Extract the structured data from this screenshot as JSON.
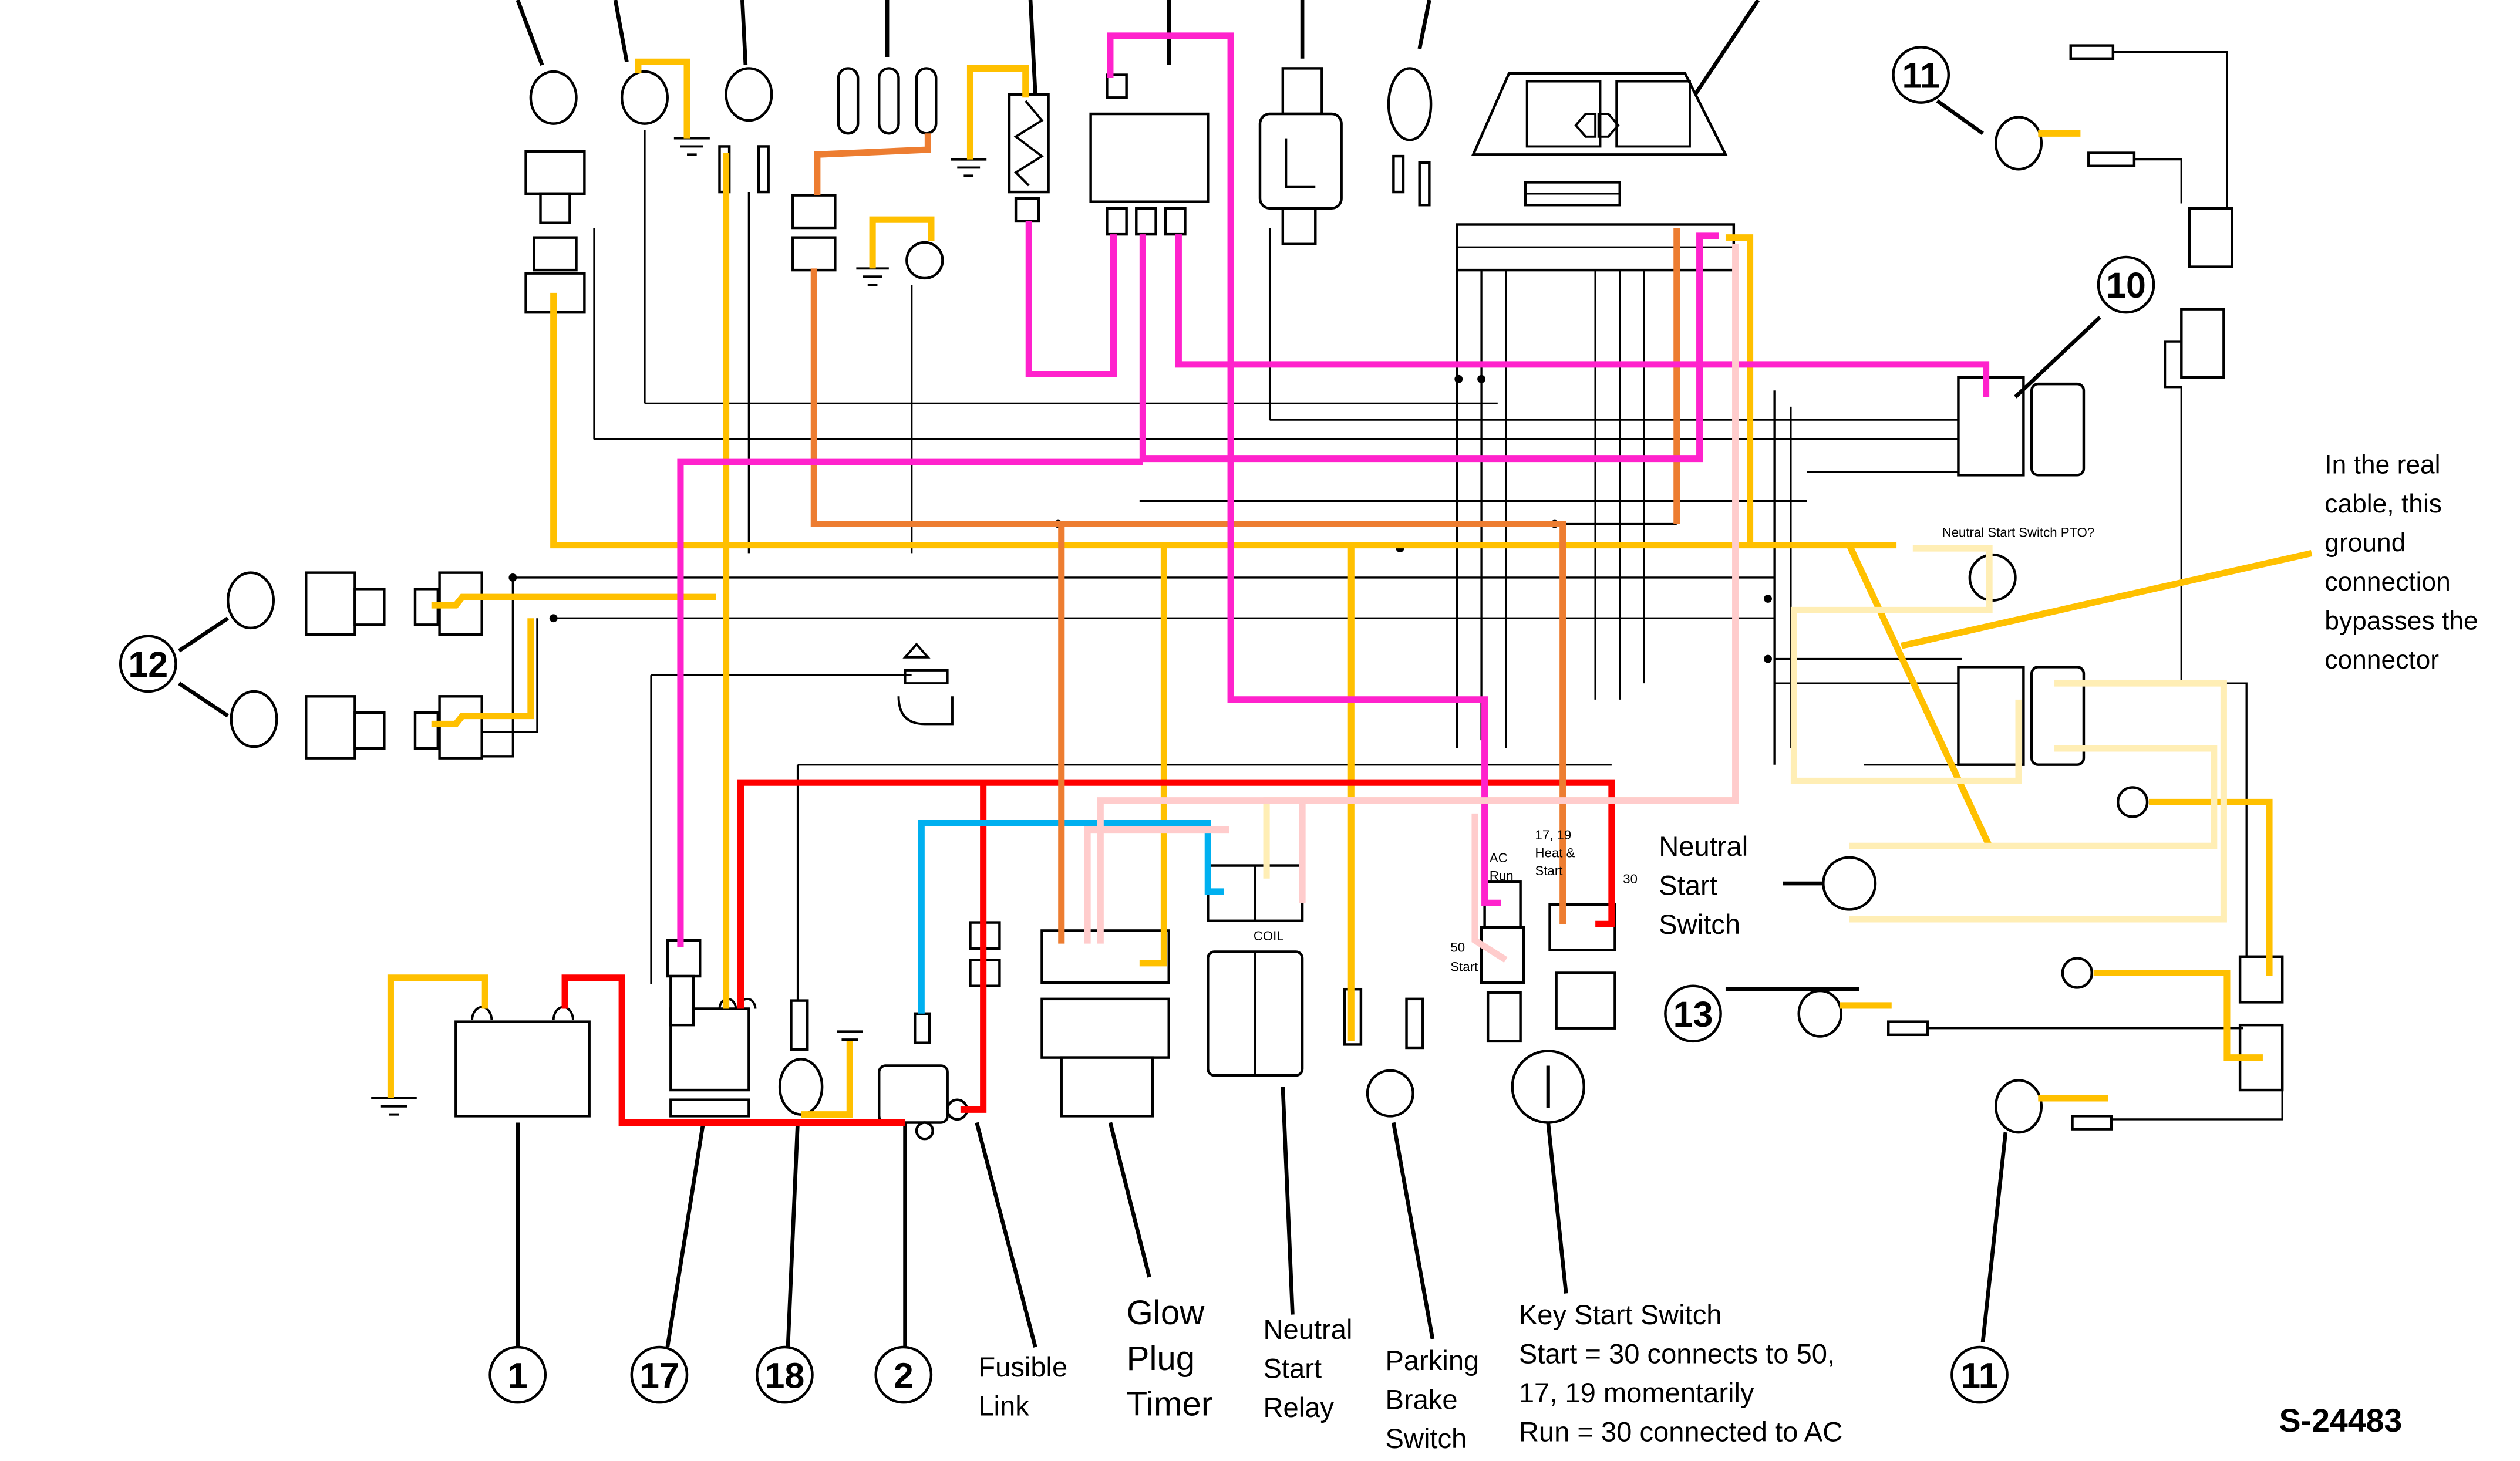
{
  "document_id": "S-24483",
  "colors": {
    "yellow": "#FFC000",
    "light_yellow": "#FFEEB5",
    "red": "#FF0000",
    "magenta": "#FF22CC",
    "orange": "#ED7D31",
    "light_pink": "#FFCCCC",
    "blue": "#00B0F0",
    "black": "#000000"
  },
  "callouts": {
    "c1": "1",
    "c2": "2",
    "c10": "10",
    "c11_top": "11",
    "c11_bottom": "11",
    "c12": "12",
    "c13": "13",
    "c17": "17",
    "c18": "18"
  },
  "labels": {
    "fusible_link": [
      "Fusible",
      "Link"
    ],
    "glow_plug_timer": [
      "Glow",
      "Plug",
      "Timer"
    ],
    "neutral_start_relay": [
      "Neutral",
      "Start",
      "Relay"
    ],
    "parking_brake_switch": [
      "Parking",
      "Brake",
      "Switch"
    ],
    "key_start_switch": {
      "title": "Key Start Switch",
      "lines": [
        "Start = 30 connects to 50,",
        "17, 19 momentarily",
        "Run = 30 connected to AC"
      ]
    },
    "neutral_start_switch": [
      "Neutral",
      "Start",
      "Switch"
    ],
    "neutral_start_switch_pto": "Neutral Start Switch PTO?",
    "ground_note": [
      "In the real",
      "cable, this",
      "ground",
      "connection",
      "bypasses the",
      "connector"
    ],
    "relay_coil": "COIL",
    "key_terminals": {
      "ac_run": [
        "AC",
        "Run"
      ],
      "heat_start": [
        "17, 19",
        "Heat &",
        "Start"
      ],
      "t30": "30",
      "start_50": [
        "50",
        "Start"
      ]
    }
  }
}
